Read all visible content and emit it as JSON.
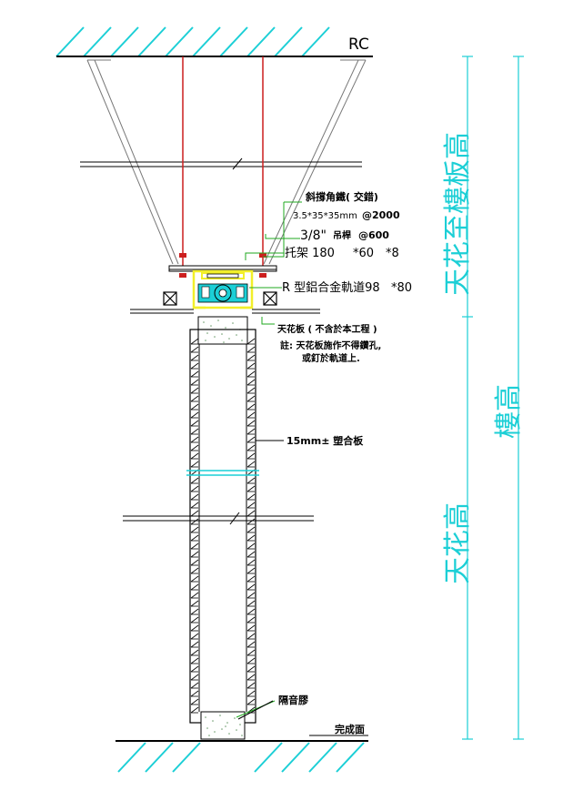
{
  "drawing": {
    "labels": {
      "rc": "RC",
      "diagonal_brace": "斜撐角鐵( 交錯)",
      "angle_size": "3.5*35*35mm",
      "brace_spacing": "@2000",
      "hanger_rod_size": "3/8\"",
      "hanger_rod_name": "吊桿",
      "hanger_rod_spacing": "@600",
      "bracket": "托架 180",
      "bracket_dims": "*60",
      "bracket_dims_2": "*8",
      "track": "R 型鋁合金軌道98",
      "track_dims": "*80",
      "ceiling_board": "天花板 ( 不含於本工程 )",
      "note_line1": "註: 天花板施作不得鑽孔,",
      "note_line2": "或釘於軌道上.",
      "panel": "15mm± 塑合板",
      "acoustic_sealant": "隔音膠",
      "finish_floor": "完成面"
    },
    "dimensions": {
      "ceiling_to_slab": "天花至樓板高",
      "floor_height": "樓高",
      "ceiling_height": "天花高"
    },
    "colors": {
      "hatch": "#1ccfd6",
      "hanger": "#cc1f1f",
      "track": "#f2ef2a",
      "rollers": "#1ccfd6",
      "sealant_dots": "#6a9a6a",
      "line": "#000000"
    }
  }
}
